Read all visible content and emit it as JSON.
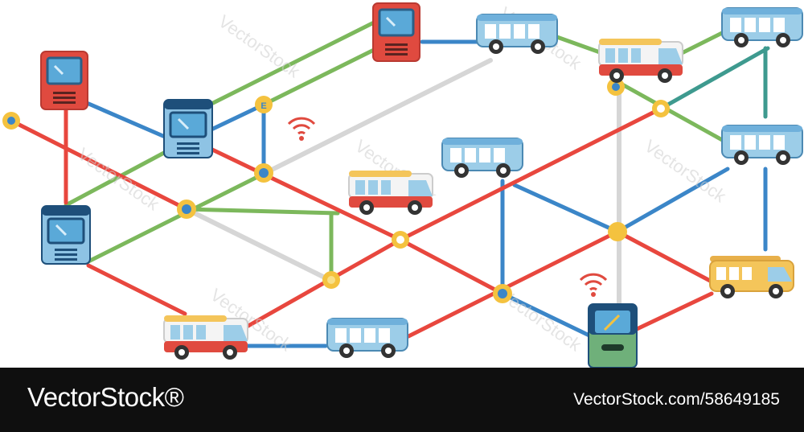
{
  "colors": {
    "red_line": "#e8473e",
    "blue_line": "#3b86c8",
    "green_line": "#7cb85c",
    "gray_line": "#d6d6d6",
    "teal_line": "#3e9a8f",
    "node": "#f4c23f",
    "node_core": "#3b86c8",
    "bus_red": "#e04a3f",
    "bus_blue": "#9ccde8",
    "bus_navy": "#1e4f7a",
    "bus_yellow": "#f4c55a",
    "footer_bg": "#0f0f0f"
  },
  "icons": [
    "bus-front-icon",
    "bus-side-icon",
    "wifi-icon",
    "e-station-icon"
  ],
  "watermark": "VectorStock",
  "footer": {
    "brand": "VectorStock®",
    "url": "VectorStock.com/58649185"
  }
}
